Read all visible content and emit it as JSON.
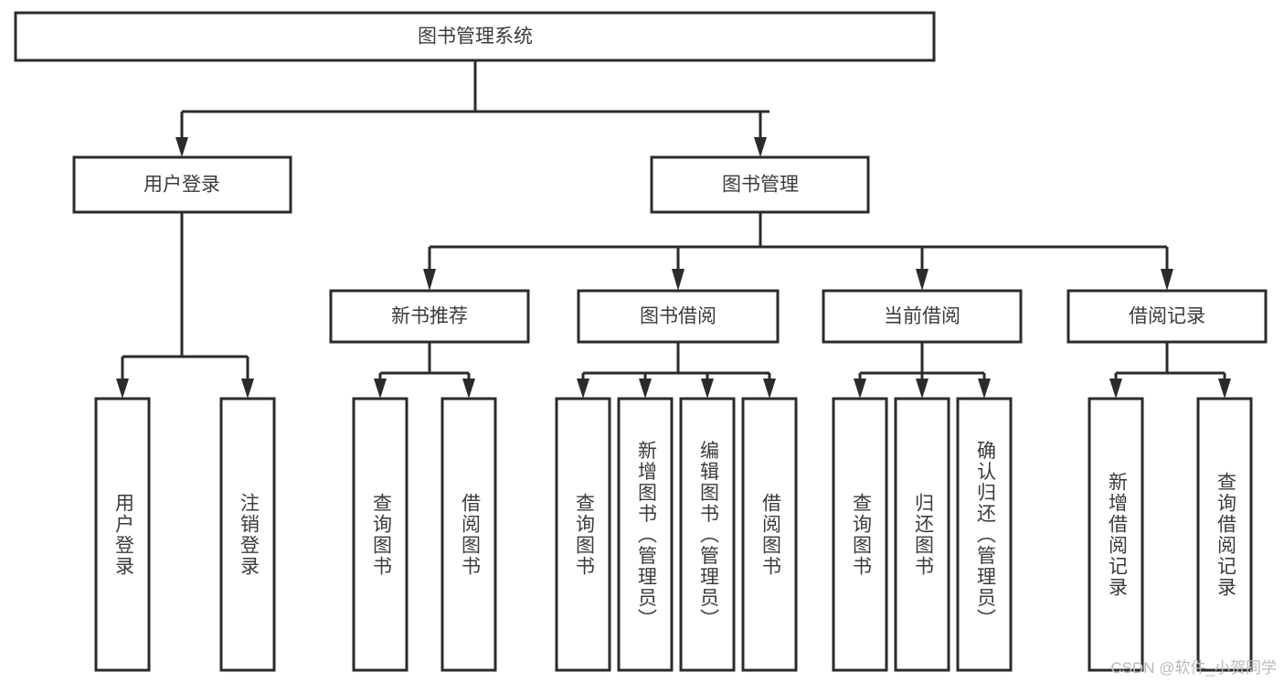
{
  "diagram": {
    "title": "图书管理系统",
    "type": "tree-hierarchy",
    "watermark": "CSDN @软件_小贺同学",
    "colors": {
      "stroke": "#2b2b2b",
      "box_fill": "#ffffff",
      "text": "#3b3b3b",
      "background": "#ffffff",
      "watermark": "#b9b9b9"
    },
    "root": {
      "label": "图书管理系统"
    },
    "level2": [
      {
        "label": "用户登录"
      },
      {
        "label": "图书管理"
      }
    ],
    "level3": [
      {
        "label": "新书推荐"
      },
      {
        "label": "图书借阅"
      },
      {
        "label": "当前借阅"
      },
      {
        "label": "借阅记录"
      }
    ],
    "leaves": {
      "user_login": [
        {
          "label": "用户登录"
        },
        {
          "label": "注销登录"
        }
      ],
      "new_book_recommend": [
        {
          "label": "查询图书"
        },
        {
          "label": "借阅图书"
        }
      ],
      "book_borrow": [
        {
          "label": "查询图书"
        },
        {
          "label": "新增图书（管理员）"
        },
        {
          "label": "编辑图书（管理员）"
        },
        {
          "label": "借阅图书"
        }
      ],
      "current_borrow": [
        {
          "label": "查询图书"
        },
        {
          "label": "归还图书"
        },
        {
          "label": "确认归还（管理员）"
        }
      ],
      "borrow_record": [
        {
          "label": "新增借阅记录"
        },
        {
          "label": "查询借阅记录"
        }
      ]
    }
  }
}
